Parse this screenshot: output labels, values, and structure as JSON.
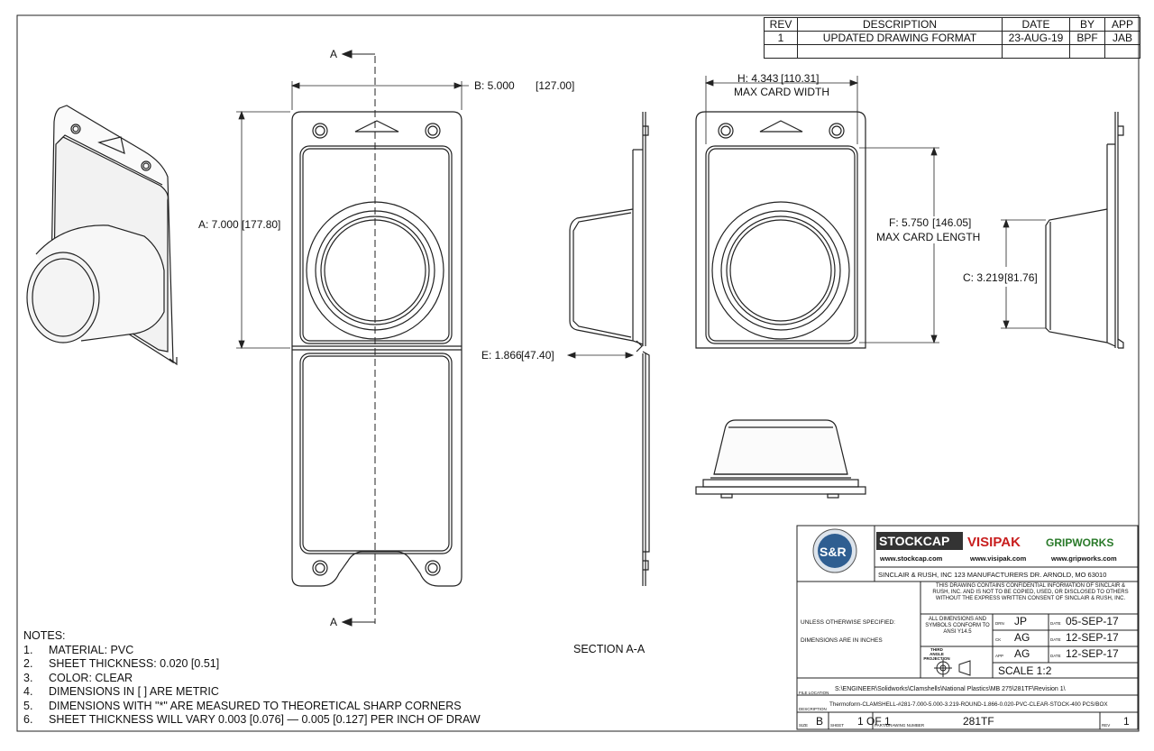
{
  "revision_table": {
    "headers": [
      "REV",
      "DESCRIPTION",
      "DATE",
      "BY",
      "APP"
    ],
    "rows": [
      [
        "1",
        "UPDATED DRAWING FORMAT",
        "23-AUG-19",
        "BPF",
        "JAB"
      ]
    ]
  },
  "labels": {
    "section_marker": "A",
    "section_caption": "SECTION A-A",
    "dim_a": "A: 7.000",
    "dim_a_metric": "177.80",
    "dim_b": "B: 5.000",
    "dim_b_metric": "127.00",
    "dim_c": "C: 3.219",
    "dim_c_metric": "81.76",
    "dim_e": "E: 1.866",
    "dim_e_metric": "47.40",
    "dim_f": "F: 5.750",
    "dim_f_metric": "146.05",
    "dim_f_caption": "MAX CARD LENGTH",
    "dim_h": "H: 4.343",
    "dim_h_metric": "110.31",
    "dim_h_caption": "MAX CARD WIDTH"
  },
  "notes": {
    "title": "NOTES:",
    "items": [
      {
        "n": "1.",
        "text": "MATERIAL: PVC"
      },
      {
        "n": "2.",
        "text": "SHEET THICKNESS: 0.020 [0.51]"
      },
      {
        "n": "3.",
        "text": "COLOR: CLEAR"
      },
      {
        "n": "4.",
        "text": "DIMENSIONS IN [ ] ARE METRIC"
      },
      {
        "n": "5.",
        "text": "DIMENSIONS WITH \"*\" ARE MEASURED TO THEORETICAL SHARP CORNERS"
      },
      {
        "n": "6.",
        "text": "SHEET THICKNESS WILL VARY 0.003 [0.076] — 0.005 [0.127] PER INCH OF DRAW"
      }
    ]
  },
  "title_block": {
    "logo_text": "S&R",
    "brands": [
      "STOCKCAP",
      "VISIPAK",
      "GRIPWORKS"
    ],
    "brand_urls": [
      "www.stockcap.com",
      "www.visipak.com",
      "www.gripworks.com"
    ],
    "company_line": "SINCLAIR & RUSH, INC 123 MANUFACTURERS DR. ARNOLD, MO 63010",
    "confidential": "THIS DRAWING CONTAINS CONFIDENTIAL INFORMATION OF SINCLAIR & RUSH, INC. AND IS NOT TO BE COPIED, USED, OR DISCLOSED TO OTHERS WITHOUT THE EXPRESS WRITTEN CONSENT OF SINCLAIR & RUSH, INC.",
    "unless_specified": "UNLESS OTHERWISE SPECIFIED:",
    "dims_in_inches": "DIMENSIONS ARE IN INCHES",
    "conform": "ALL DIMENSIONS AND SYMBOLS CONFORM TO ANSI Y14.5",
    "projection": "THIRD ANGLE PROJECTION",
    "drn_label": "DRN",
    "chk_label": "CK",
    "app_label": "APP",
    "date_label": "DATE",
    "drn_by": "JP",
    "drn_date": "05-SEP-17",
    "chk_by": "AG",
    "chk_date": "12-SEP-17",
    "app_by": "AG",
    "app_date": "12-SEP-17",
    "scale": "SCALE 1:2",
    "file_location_label": "FILE LOCATION",
    "file_location": "S:\\ENGINEER\\Solidworks\\Clamshells\\National Plastics\\MB 275\\281TF\\Revision 1\\",
    "description_label": "DESCRIPTION",
    "description": "Thermoform-CLAMSHELL-#281-7.000-5.000-3.219-ROUND-1.866-0.020-PVC-CLEAR-STOCK-400 PCS/BOX",
    "size_label": "SIZE",
    "size": "B",
    "sheet_label": "SHEET",
    "sheet": "1 OF 1",
    "dwg_label": "PART/DRAWING NUMBER",
    "dwg": "281TF",
    "rev_label": "REV",
    "rev": "1"
  }
}
